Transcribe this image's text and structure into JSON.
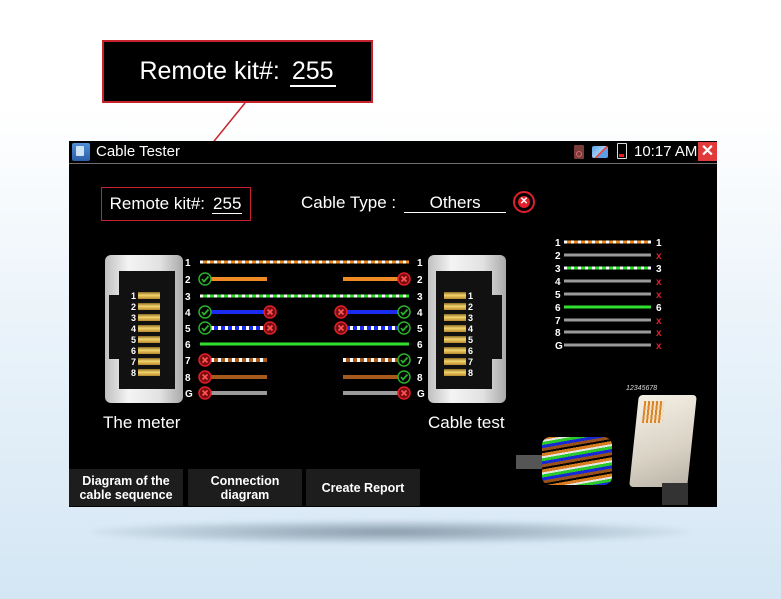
{
  "callout": {
    "label": "Remote kit#:",
    "value": "255"
  },
  "titlebar": {
    "app_icon": "cable-tester-app-icon",
    "title": "Cable Tester",
    "status_icons": [
      "sd-card-icon",
      "network-disconnected-icon",
      "battery-low-icon"
    ],
    "time": "10:17 AM",
    "close_icon": "close-icon"
  },
  "form": {
    "remote_kit": {
      "label": "Remote kit#:",
      "value": "255"
    },
    "cable_type": {
      "label": "Cable Type :",
      "value": "Others"
    },
    "result_icon": "error-circle-x-icon"
  },
  "connectors": {
    "left": {
      "label": "The meter",
      "pins": [
        "1",
        "2",
        "3",
        "4",
        "5",
        "6",
        "7",
        "8"
      ]
    },
    "right": {
      "label": "Cable test",
      "pins": [
        "1",
        "2",
        "3",
        "4",
        "5",
        "6",
        "7",
        "8"
      ]
    }
  },
  "colors": {
    "accent_red": "#e0202a",
    "ok_green": "#2bb02b",
    "orange": "#f08a24",
    "green": "#2fe02f",
    "blue": "#1a2cf0",
    "brown": "#a85a1c",
    "grey": "#9a9a9a"
  },
  "wiring": [
    {
      "pin": "1",
      "color": "orange",
      "striped": true,
      "left_status": "none",
      "right_status": "none",
      "connected": true,
      "left_mid": "none",
      "right_mid": "none"
    },
    {
      "pin": "2",
      "color": "orange",
      "striped": false,
      "left_status": "ok",
      "right_status": "fail",
      "connected": false,
      "left_mid": "none",
      "right_mid": "none"
    },
    {
      "pin": "3",
      "color": "green",
      "striped": true,
      "left_status": "none",
      "right_status": "none",
      "connected": true,
      "left_mid": "none",
      "right_mid": "none"
    },
    {
      "pin": "4",
      "color": "blue",
      "striped": false,
      "left_status": "ok",
      "right_status": "ok",
      "connected": false,
      "left_mid": "fail",
      "right_mid": "fail"
    },
    {
      "pin": "5",
      "color": "blue",
      "striped": true,
      "left_status": "ok",
      "right_status": "ok",
      "connected": false,
      "left_mid": "fail",
      "right_mid": "fail"
    },
    {
      "pin": "6",
      "color": "green",
      "striped": false,
      "left_status": "none",
      "right_status": "none",
      "connected": true,
      "left_mid": "none",
      "right_mid": "none"
    },
    {
      "pin": "7",
      "color": "brown",
      "striped": true,
      "left_status": "fail",
      "right_status": "ok",
      "connected": false,
      "left_mid": "none",
      "right_mid": "none"
    },
    {
      "pin": "8",
      "color": "brown",
      "striped": false,
      "left_status": "fail",
      "right_status": "ok",
      "connected": false,
      "left_mid": "none",
      "right_mid": "none"
    },
    {
      "pin": "G",
      "color": "grey",
      "striped": false,
      "left_status": "fail",
      "right_status": "fail",
      "connected": false,
      "left_mid": "none",
      "right_mid": "none"
    }
  ],
  "sequence": [
    {
      "from": "1",
      "to": "1",
      "color": "orange",
      "striped": true
    },
    {
      "from": "2",
      "to": "x",
      "color": "grey",
      "striped": false
    },
    {
      "from": "3",
      "to": "3",
      "color": "green",
      "striped": true
    },
    {
      "from": "4",
      "to": "x",
      "color": "grey",
      "striped": false
    },
    {
      "from": "5",
      "to": "x",
      "color": "grey",
      "striped": false
    },
    {
      "from": "6",
      "to": "6",
      "color": "green",
      "striped": false
    },
    {
      "from": "7",
      "to": "x",
      "color": "grey",
      "striped": false
    },
    {
      "from": "8",
      "to": "x",
      "color": "grey",
      "striped": false
    },
    {
      "from": "G",
      "to": "x",
      "color": "grey",
      "striped": false
    }
  ],
  "photo": {
    "caption": "12345678",
    "subject": "rj45-plug-and-cable-photo"
  },
  "buttons": [
    {
      "label": "Diagram of the cable sequence",
      "line1": "Diagram of the",
      "line2": "cable sequence"
    },
    {
      "label": "Connection diagram",
      "line1": "Connection",
      "line2": "diagram"
    },
    {
      "label": "Create Report",
      "line1": "Create Report",
      "line2": ""
    }
  ]
}
